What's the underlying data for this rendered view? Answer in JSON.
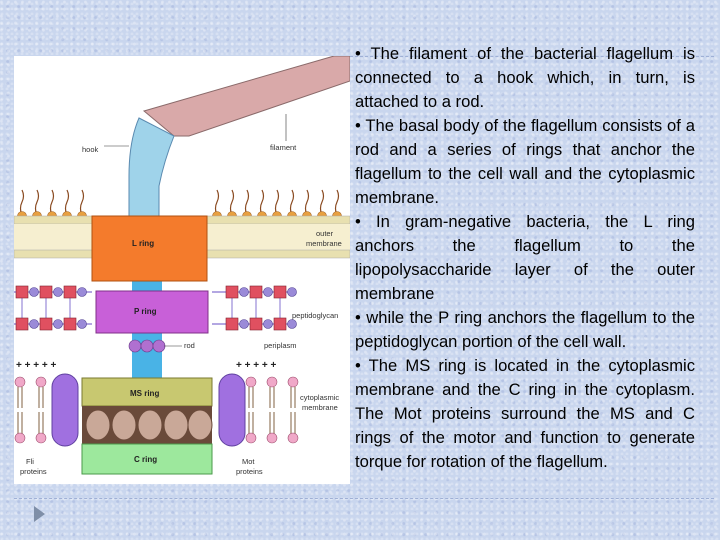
{
  "bullets": [
    "• The filament of the bacterial flagellum is connected to a hook which, in turn, is attached to a rod.",
    "• The basal body of the flagellum consists of a rod and a series of rings that anchor the flagellum to the cell wall and the cytoplasmic membrane.",
    "• In gram-negative bacteria, the L ring anchors the flagellum to the lipopolysaccharide layer of the outer membrane",
    "• while the P ring anchors the flagellum to the peptidoglycan portion of the cell wall.",
    "• The MS ring is located in the cytoplasmic membrane and the C ring in the cytoplasm. The Mot proteins surround the MS and C rings of the motor and function to generate torque for rotation of the flagellum."
  ],
  "diagram": {
    "labels": {
      "hook": "hook",
      "filament": "filament",
      "l_ring": "L ring",
      "outer_membrane_1": "outer",
      "outer_membrane_2": "membrane",
      "p_ring": "P ring",
      "peptidoglycan": "peptidoglycan",
      "rod": "rod",
      "periplasm": "periplasm",
      "ms_ring": "MS ring",
      "cytoplasmic_membrane_1": "cytoplasmic",
      "cytoplasmic_membrane_2": "membrane",
      "c_ring": "C ring",
      "fli_proteins_1": "Fli",
      "fli_proteins_2": "proteins",
      "mot_proteins_1": "Mot",
      "mot_proteins_2": "proteins",
      "plus_signs": "+ + + + +"
    },
    "colors": {
      "filament": "#d9a9a9",
      "hook": "#9fd3ea",
      "rod": "#49b3e6",
      "l_ring": "#f47b2c",
      "p_ring": "#c860d8",
      "ms_ring": "#b8b860",
      "mot_proteins": "#a070e0",
      "c_ring": "#9de89d",
      "lps": "#e8a040",
      "peptidoglycan_node": "#e05060",
      "peptidoglycan_link": "#9a8ad8"
    }
  }
}
